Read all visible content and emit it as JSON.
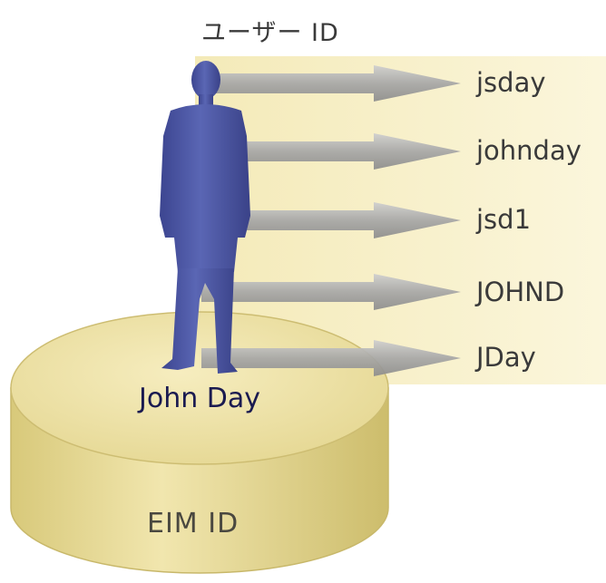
{
  "header": {
    "title": "ユーザー ID"
  },
  "user_ids": [
    "jsday",
    "johnday",
    "jsd1",
    "JOHND",
    "JDay"
  ],
  "person": {
    "name": "John Day"
  },
  "eim": {
    "label": "EIM ID"
  },
  "colors": {
    "panel": "#f7f0c6",
    "arrow": "#a8a8a8",
    "figure": "#4f5aa6",
    "disk": "#e9dd9c"
  }
}
